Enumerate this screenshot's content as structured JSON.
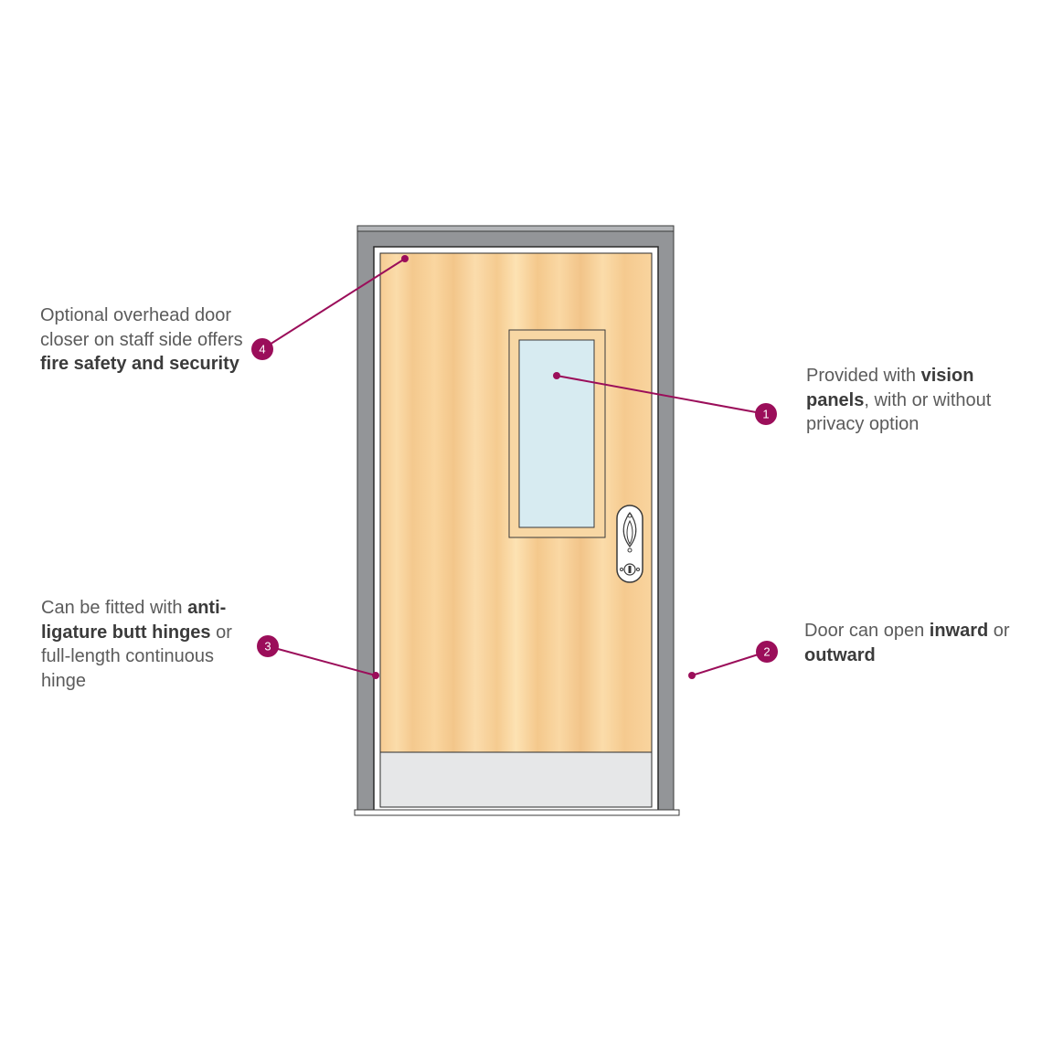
{
  "colors": {
    "frame": "#939598",
    "frame_edge": "#3a3a3a",
    "door_wood": "#f7d29a",
    "vision_glass": "#d7ebf1",
    "kick_plate": "#e6e7e8",
    "callout_accent": "#9b0e5a",
    "body_text": "#5b5b5b",
    "bold_text": "#3b3b3b"
  },
  "callouts": [
    {
      "number": "1",
      "parts": [
        {
          "text": "Provided with ",
          "bold": false
        },
        {
          "text": "vision panels",
          "bold": true
        },
        {
          "text": ", with or without privacy option",
          "bold": false
        }
      ]
    },
    {
      "number": "2",
      "parts": [
        {
          "text": "Door can open ",
          "bold": false
        },
        {
          "text": "inward",
          "bold": true
        },
        {
          "text": " or ",
          "bold": false
        },
        {
          "text": "outward",
          "bold": true
        }
      ]
    },
    {
      "number": "3",
      "parts": [
        {
          "text": "Can be fitted with ",
          "bold": false
        },
        {
          "text": "anti-ligature butt hinges",
          "bold": true
        },
        {
          "text": " or full-length continuous hinge",
          "bold": false
        }
      ]
    },
    {
      "number": "4",
      "parts": [
        {
          "text": "Optional overhead door closer on staff side offers ",
          "bold": false
        },
        {
          "text": "fire safety and security",
          "bold": true
        }
      ]
    }
  ]
}
